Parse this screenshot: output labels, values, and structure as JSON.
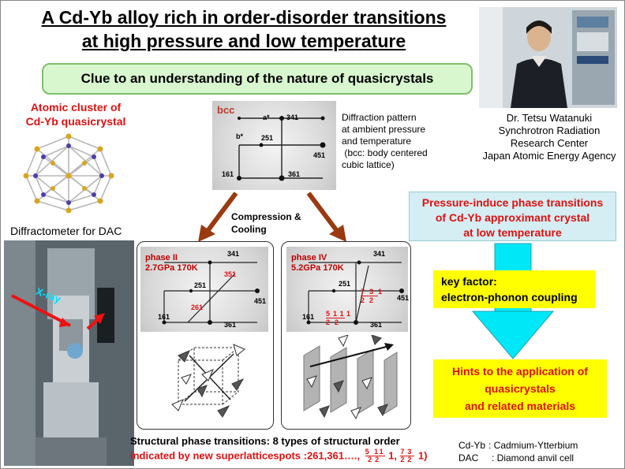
{
  "title": {
    "line1": "A Cd-Yb alloy rich in order-disorder transitions",
    "line2": "at high pressure and low temperature"
  },
  "clue": "Clue to an understanding of the nature of quasicrystals",
  "cluster": {
    "label_line1": "Atomic cluster of",
    "label_line2": "Cd-Yb quasicrystal"
  },
  "diffractometer_label": "Diffractometer for DAC",
  "xray_label": "X-ray",
  "bcc_pattern": {
    "tag": "bcc",
    "axis_a": "a*",
    "axis_b": "b*",
    "spots": [
      "341",
      "251",
      "451",
      "161",
      "361"
    ],
    "caption": [
      "Diffraction pattern",
      "at ambient pressure",
      "and temperature",
      " (bcc: body centered",
      "cubic lattice)"
    ]
  },
  "researcher": {
    "line1": "Dr. Tetsu Watanuki",
    "line2": "Synchrotron Radiation",
    "line3": "Research Center",
    "line4": "Japan Atomic Energy Agency"
  },
  "compression_label": [
    "Compression &",
    "Cooling"
  ],
  "phase2": {
    "name": "phase II",
    "cond": "2.7GPa 170K",
    "spots_black": [
      "341",
      "251",
      "451",
      "161",
      "361"
    ],
    "spots_red": [
      "351",
      "261"
    ]
  },
  "phase4": {
    "name": "phase IV",
    "cond": "5.2GPa 170K",
    "spots_black": [
      "341",
      "251",
      "451",
      "161",
      "361"
    ],
    "frac_top": [
      "7",
      "3",
      "1"
    ],
    "frac_top_den": [
      "2",
      "2"
    ],
    "frac_bot": [
      "5",
      "11",
      "1"
    ],
    "frac_bot_den": [
      "2",
      "2"
    ]
  },
  "right": {
    "pressure": [
      "Pressure-induce phase transitions",
      "of Cd-Yb approximant crystal",
      "at low temperature"
    ],
    "key": [
      "key factor:",
      "electron-phonon coupling"
    ],
    "hints": [
      "Hints to the application of",
      "quasicrystals",
      "and related materials"
    ]
  },
  "bottom": {
    "line1": "Structural phase transitions: 8 types of structural order",
    "line2_prefix": "indicated by new superlatticespots :261,361….,",
    "frac_a_num": [
      "5",
      "11"
    ],
    "frac_a_den": [
      "2",
      "2"
    ],
    "frac_a_tail": "1,",
    "frac_b_num": [
      "7",
      "3"
    ],
    "frac_b_den": [
      "2",
      "2"
    ],
    "frac_b_tail": "1)"
  },
  "legend": {
    "cd_key": "Cd-Yb",
    "cd_val": ": Cadmium-Ytterbium",
    "dac_key": "DAC",
    "dac_val": ": Diamond anvil cell"
  },
  "colors": {
    "red_text": "#e01010",
    "clue_bg": "#d9f7cf",
    "yellow_box": "#ffff00",
    "cyan_arrow": "#00e8f8",
    "brown_arrow": "#9a3a10",
    "pressure_bg": "#d4eef3"
  }
}
